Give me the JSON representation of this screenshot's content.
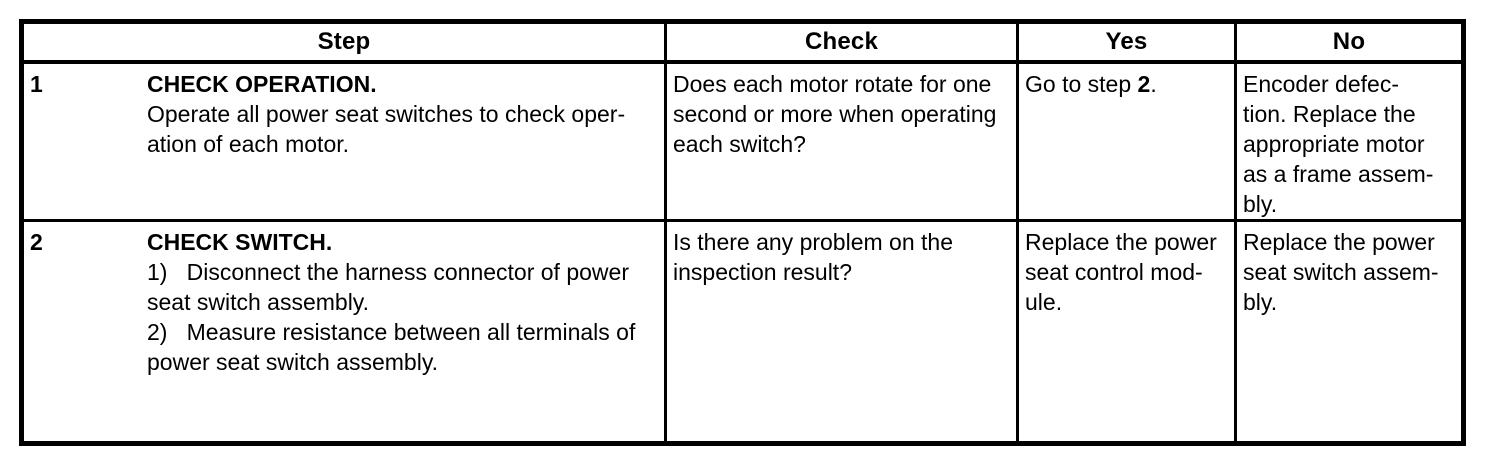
{
  "colors": {
    "border": "#000000",
    "background": "#ffffff",
    "text": "#000000"
  },
  "table": {
    "headers": {
      "step": "Step",
      "check": "Check",
      "yes": "Yes",
      "no": "No"
    },
    "rows": [
      {
        "number": "1",
        "title": "CHECK OPERATION.",
        "body": [
          "Operate all power seat switches to check oper-",
          "ation of each motor."
        ],
        "check": [
          "Does each motor rotate for one",
          "second or more when operating",
          "each switch?"
        ],
        "yes": {
          "prefix": "Go to step ",
          "bold": "2",
          "suffix": "."
        },
        "no": [
          "Encoder defec-",
          "tion. Replace the",
          "appropriate motor",
          "as a frame assem-",
          "bly."
        ]
      },
      {
        "number": "2",
        "title": "CHECK SWITCH.",
        "body": [
          "1)   Disconnect the harness connector of power",
          "seat switch assembly.",
          "2)   Measure resistance between all terminals of",
          "power seat switch assembly."
        ],
        "check": [
          "Is there any problem on the",
          "inspection result?"
        ],
        "yes": [
          "Replace the power",
          "seat control mod-",
          "ule."
        ],
        "no": [
          "Replace the power",
          "seat switch assem-",
          "bly."
        ]
      }
    ]
  }
}
